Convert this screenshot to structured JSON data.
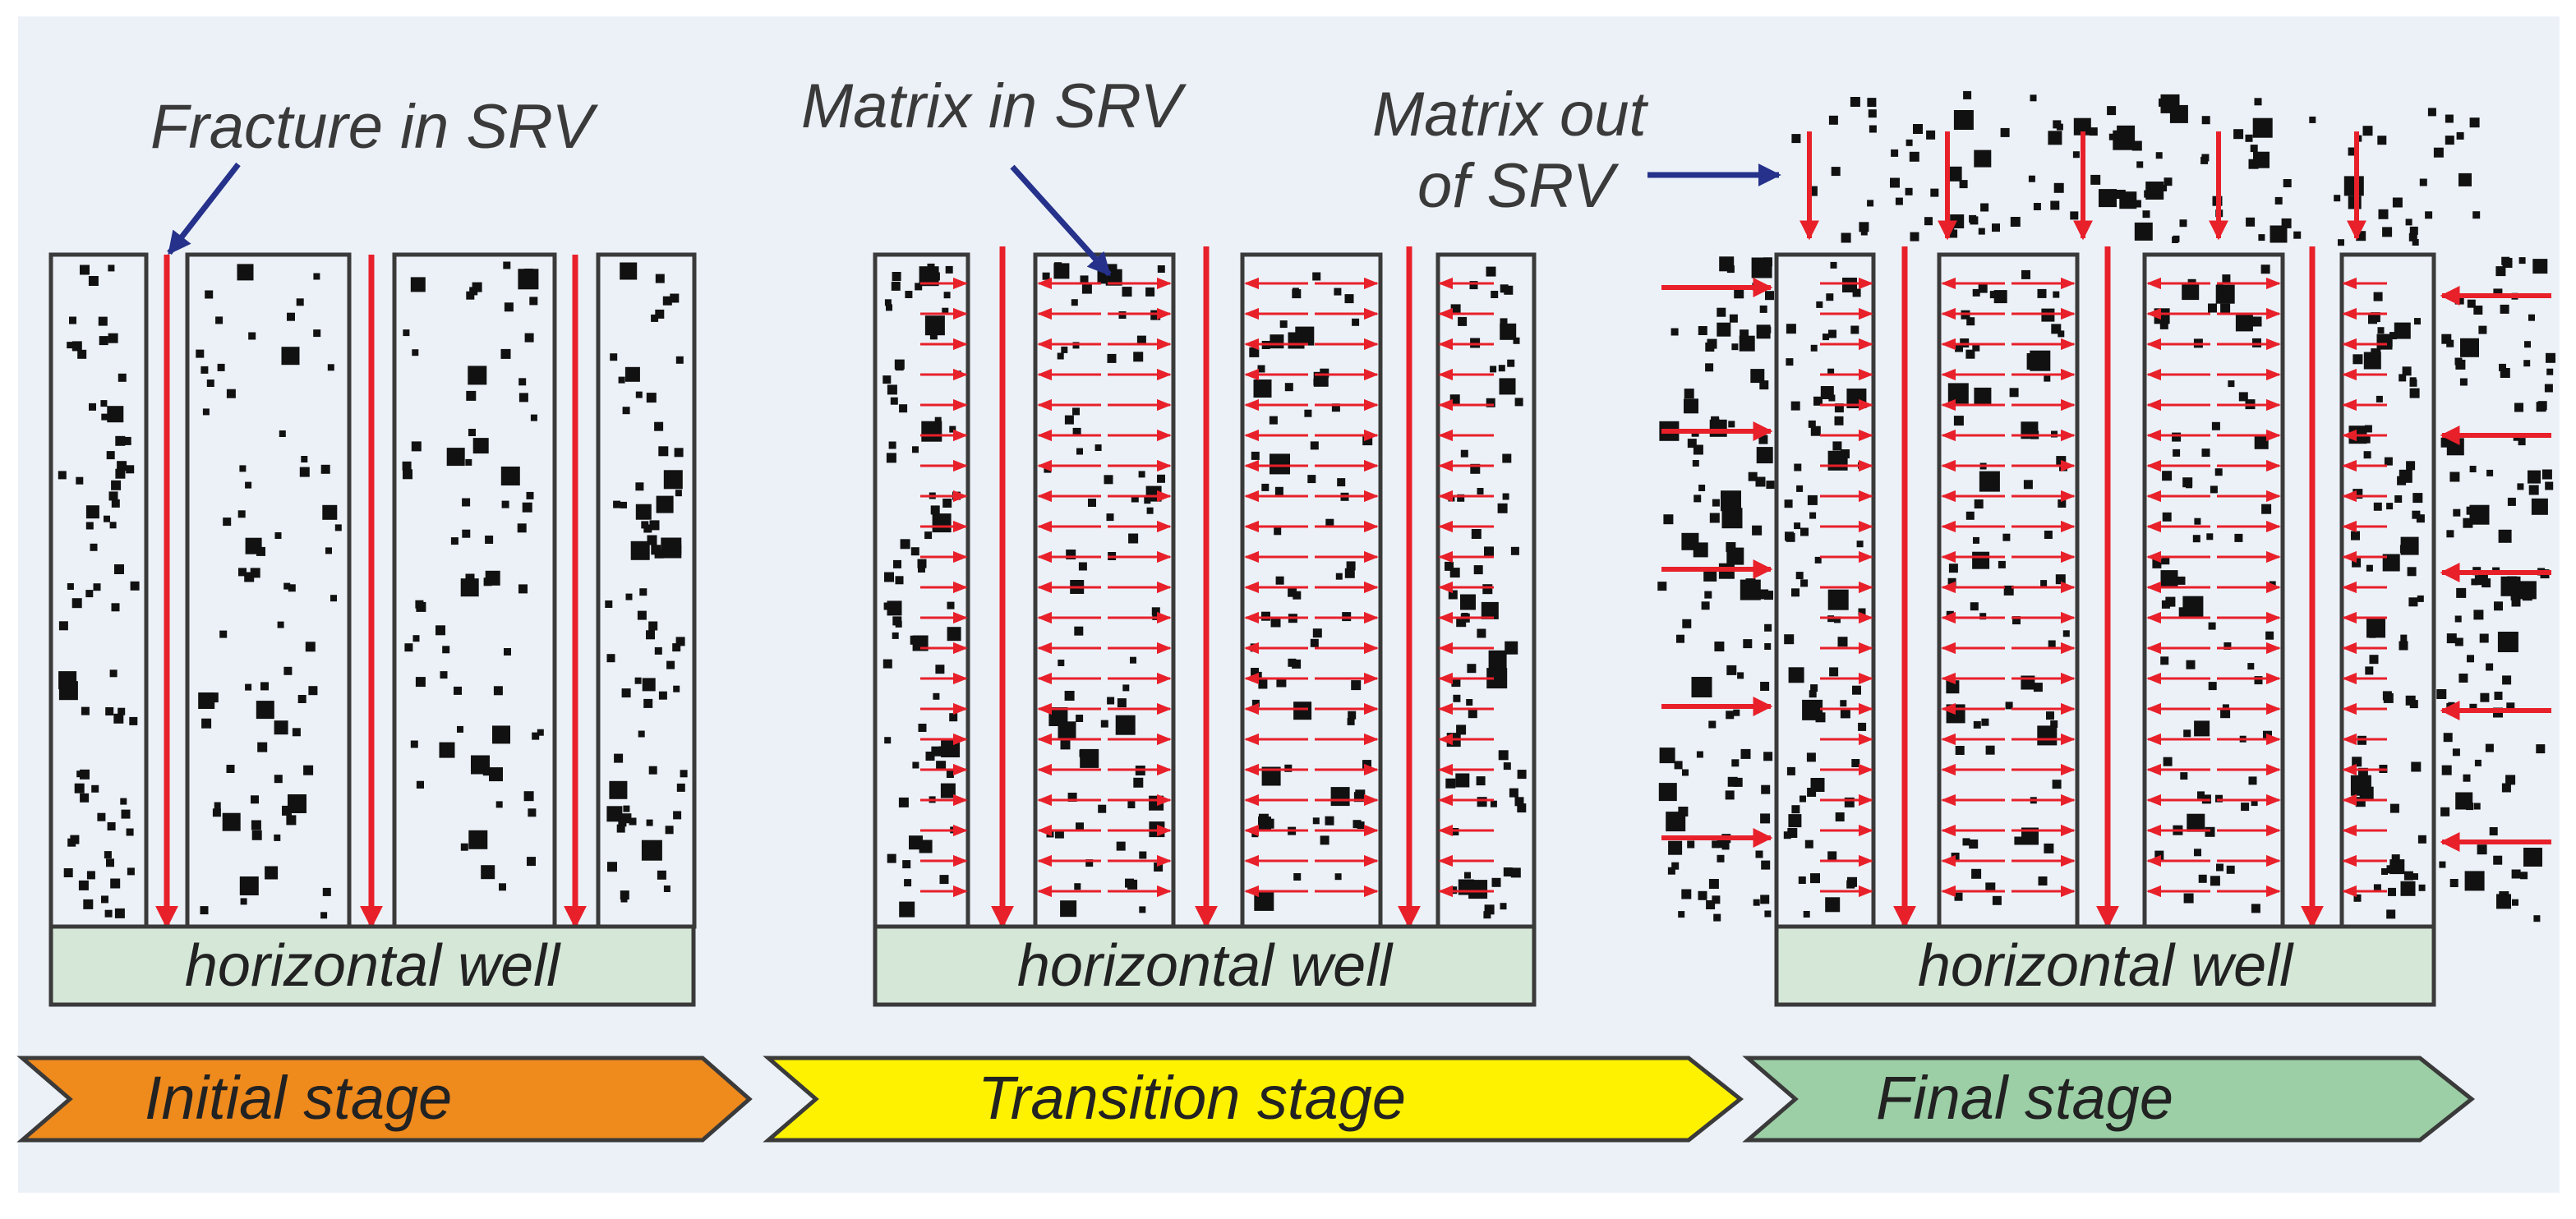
{
  "labels": {
    "fracture_in_srv": "Fracture in SRV",
    "matrix_in_srv": "Matrix in SRV",
    "matrix_out_of_srv_line1": "Matrix out",
    "matrix_out_of_srv_line2": "of SRV"
  },
  "panels": [
    {
      "id": "initial",
      "well_label": "horizontal  well"
    },
    {
      "id": "transition",
      "well_label": "horizontal  well"
    },
    {
      "id": "final",
      "well_label": "horizontal  well"
    }
  ],
  "stages": [
    {
      "label": "Initial stage",
      "color": "#ef8a1d"
    },
    {
      "label": "Transition stage",
      "color": "#fff200"
    },
    {
      "label": "Final stage",
      "color": "#9ccfa6"
    }
  ],
  "colors": {
    "background": "#ecf1f8",
    "well_fill": "#d5e8d8",
    "flow_arrow": "#e8202a",
    "pointer_arrow": "#25318a",
    "outline": "#3a3a3a"
  }
}
